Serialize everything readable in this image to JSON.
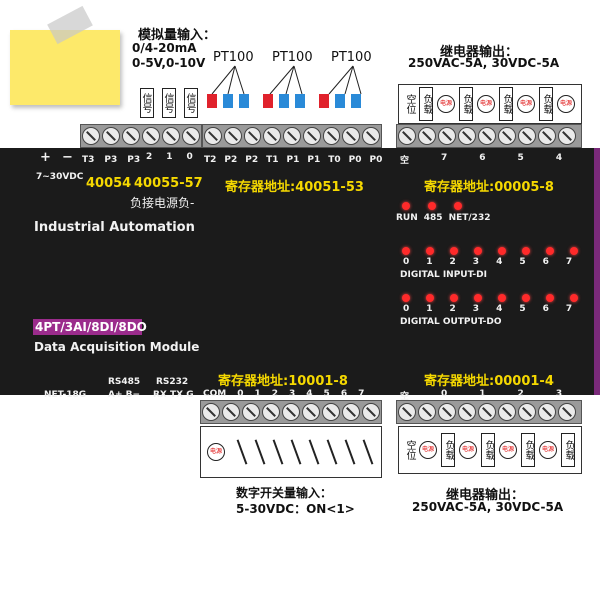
{
  "top_left": {
    "analog_title": "模拟量输入：",
    "analog_range1": "0/4-20mA",
    "analog_range2": "0-5V,0-10V",
    "signal_label": "信号"
  },
  "pt100": {
    "label": "PT100"
  },
  "relay_top": {
    "title": "继电器输出：",
    "rating": "250VAC-5A, 30VDC-5A",
    "empty_pos": "空位",
    "load": "负载",
    "power": "电源"
  },
  "terminals_top": {
    "power": [
      "+",
      "−"
    ],
    "power_range": "7~30VDC",
    "pt_group1": [
      "T3",
      "P3",
      "P3"
    ],
    "ai_group": [
      "2",
      "1",
      "0"
    ],
    "pt_group2": [
      "T2",
      "P2",
      "P2",
      "T1",
      "P1",
      "P1",
      "T0",
      "P0",
      "P0"
    ],
    "relay_group": [
      "空",
      "7",
      "6",
      "5",
      "4"
    ]
  },
  "registers_top": {
    "r1": "40054",
    "r2": "40055-57",
    "r3": "寄存器地址:40051-53",
    "r4": "寄存器地址:00005-8",
    "neg_note": "负接电源负-"
  },
  "status_leds": [
    "RUN",
    "485",
    "NET/232"
  ],
  "digital_input": {
    "label": "DIGITAL INPUT-DI",
    "nums": [
      "0",
      "1",
      "2",
      "3",
      "4",
      "5",
      "6",
      "7"
    ]
  },
  "digital_output": {
    "label": "DIGITAL OUTPUT-DO",
    "nums": [
      "0",
      "1",
      "2",
      "3",
      "4",
      "5",
      "6",
      "7"
    ]
  },
  "brand": "Industrial Automation",
  "model_badge": "4PT/3AI/8DI/8DO",
  "module_name": "Data Acquisition Module",
  "bottom_terminals": {
    "net": "NET-18G",
    "rs485": "RS485",
    "rs485_pins": "A+  B−",
    "rs232": "RS232",
    "rs232_pins": "RX TX G",
    "di_reg": "寄存器地址:10001-8",
    "do_reg": "寄存器地址:00001-4",
    "di_pins": [
      "COM",
      "0",
      "1",
      "2",
      "3",
      "4",
      "5",
      "6",
      "7"
    ],
    "do_pins": [
      "空",
      "0",
      "1",
      "2",
      "3"
    ]
  },
  "bottom_labels": {
    "di_title": "数字开关量输入：",
    "di_range": "5-30VDC：ON<1>",
    "relay_title": "继电器输出：",
    "relay_rating": "250VAC-5A, 30VDC-5A"
  },
  "colors": {
    "panel": "#1b1b1b",
    "yellow": "#f5d800",
    "led": "#ff2a2a",
    "badge": "#9b2c8c",
    "note": "#fde96a"
  }
}
